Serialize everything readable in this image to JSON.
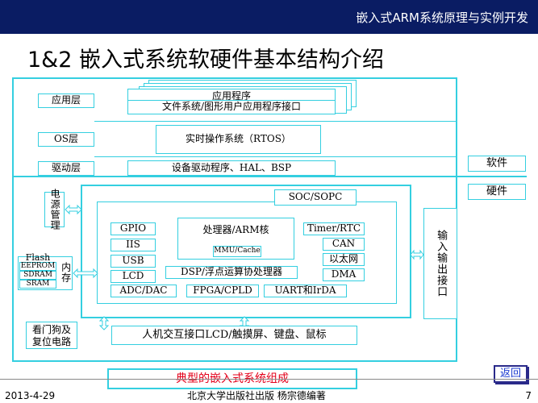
{
  "header": {
    "title": "嵌入式ARM系统原理与实例开发"
  },
  "slide": {
    "title": "1&2 嵌入式系统软硬件基本结构介绍"
  },
  "layers": {
    "app": "应用层",
    "os": "OS层",
    "driver": "驱动层"
  },
  "software": {
    "app_program": "应用程序",
    "app_interface": "文件系统/图形用户应用程序接口",
    "rtos": "实时操作系统（RTOS）",
    "drivers": "设备驱动程序、HAL、BSP"
  },
  "side_labels": {
    "software": "软件",
    "hardware": "硬件"
  },
  "hardware": {
    "soc": "SOC/SOPC",
    "power": "电源管理",
    "gpio": "GPIO",
    "iis": "IIS",
    "usb": "USB",
    "lcd": "LCD",
    "adc_dac": "ADC/DAC",
    "cpu": "处理器/ARM核",
    "mmu": "MMU/Cache",
    "dsp": "DSP/浮点运算协处理器",
    "fpga": "FPGA/CPLD",
    "uart": "UART和IrDA",
    "timer": "Timer/RTC",
    "can": "CAN",
    "ethernet": "以太网",
    "dma": "DMA",
    "io": "输入输出接口",
    "flash": "Flash",
    "eeprom": "EEPROM",
    "sdram": "SDRAM",
    "sram": "SRAM",
    "memory": "内存",
    "watchdog_line1": "看门狗及",
    "watchdog_line2": "复位电路",
    "hmi": "人机交互接口LCD/触摸屏、键盘、鼠标"
  },
  "caption": "典型的嵌入式系统组成",
  "back_button": "返回",
  "footer": {
    "date": "2013-4-29",
    "publisher": "北京大学出版社出版   杨宗德编著",
    "page": "7"
  }
}
